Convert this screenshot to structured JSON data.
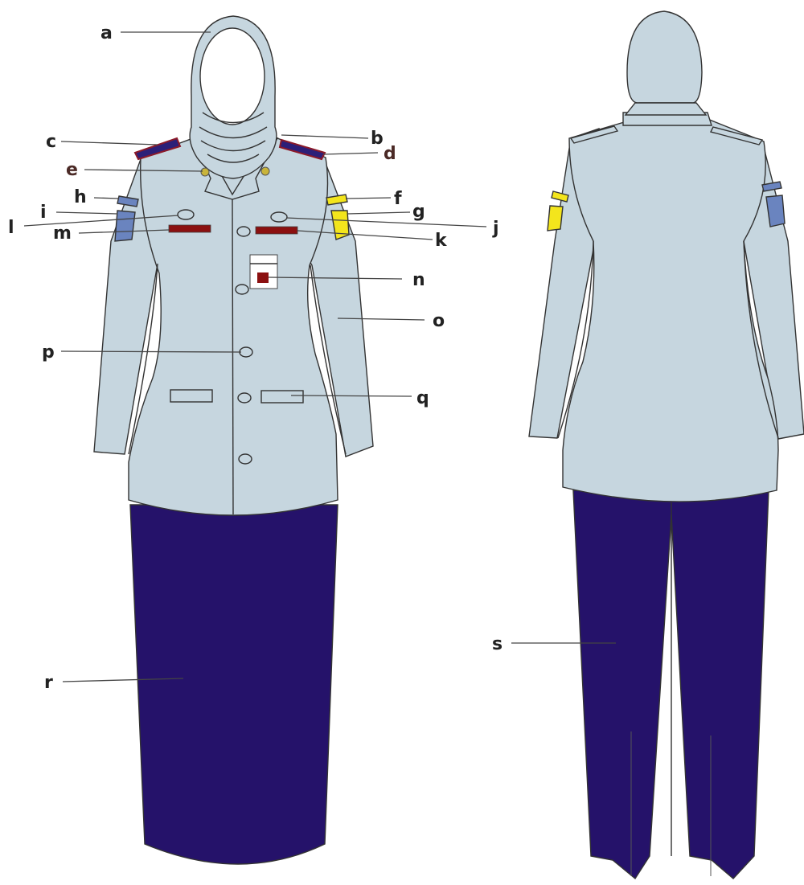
{
  "colors": {
    "shirt": "#c6d6df",
    "trousers": "#25126a",
    "shoulder_board": "#2c1f78",
    "shoulder_trim": "#8b1a2a",
    "yellow_badge": "#f3e51c",
    "blue_badge": "#6a84bf",
    "name_bar": "#8b1010",
    "button_fill": "#c6d6df"
  },
  "labels": {
    "a": "a",
    "b": "b",
    "c": "c",
    "d": "d",
    "e": "e",
    "f": "f",
    "g": "g",
    "h": "h",
    "i": "i",
    "j": "j",
    "k": "k",
    "l": "l",
    "m": "m",
    "n": "n",
    "o": "o",
    "p": "p",
    "q": "q",
    "r": "r",
    "s": "s"
  }
}
